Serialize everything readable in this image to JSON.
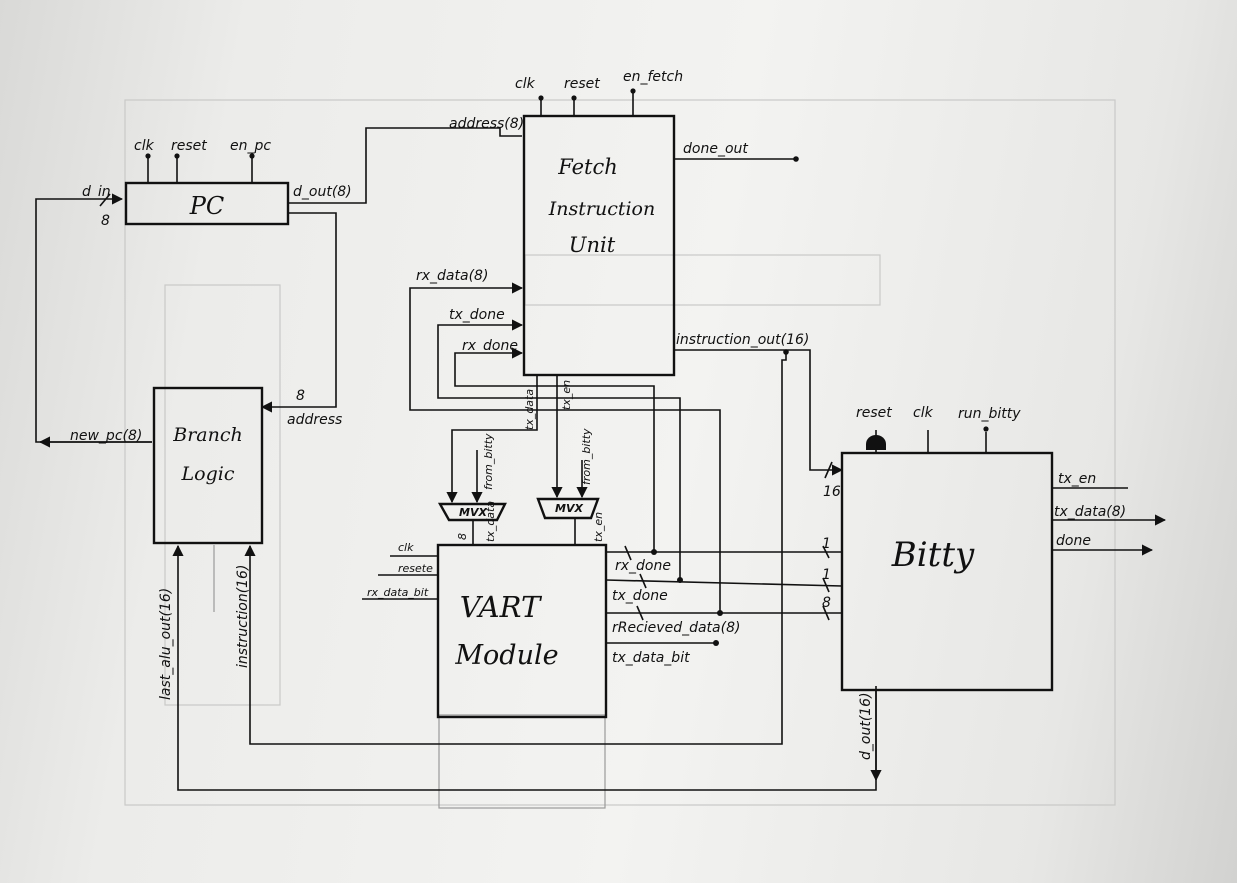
{
  "blocks": {
    "pc": "PC",
    "fetch": [
      "Fetch",
      "Instruction",
      "Unit"
    ],
    "branch": [
      "Branch",
      "Logic"
    ],
    "uart": [
      "VART",
      "Module"
    ],
    "bitty": "Bitty",
    "mux_left": "MVX",
    "mux_right": "MVX"
  },
  "pc_labels": {
    "clk": "clk",
    "reset": "reset",
    "en_pc": "en_pc",
    "d_in": "d_in",
    "d_in_width": "8",
    "d_out": "d_out(8)"
  },
  "fetch_labels": {
    "clk": "clk",
    "reset": "reset",
    "en_fetch": "en_fetch",
    "address": "address(8)",
    "done_out": "done_out",
    "rx_data": "rx_data(8)",
    "tx_done": "tx_done",
    "rx_done": "rx_done",
    "instruction_out": "instruction_out(16)",
    "tx_data_out": "tx_data",
    "tx_en_out": "tx_en"
  },
  "branch_labels": {
    "address": "address",
    "address_width": "8",
    "new_pc": "new_pc(8)",
    "last_alu_out": "last_alu_out(16)",
    "instruction": "instruction(16)"
  },
  "mux_labels": {
    "from_bitty_left": "from_bitty",
    "from_bitty_right": "from_bitty",
    "out_left_width": "8",
    "out_left": "tx_data",
    "out_right": "tx_en"
  },
  "uart_labels": {
    "clk": "clk",
    "reset": "resete",
    "rx_data_bit": "rx_data_bit",
    "rx_done": "rx_done",
    "tx_done": "tx_done",
    "received_data": "rRecieved_data(8)",
    "tx_data_bit": "tx_data_bit"
  },
  "bitty_labels": {
    "reset": "reset",
    "clk": "clk",
    "run_bitty": "run_bitty",
    "tx_en": "tx_en",
    "tx_data": "tx_data(8)",
    "done": "done",
    "d_out": "d_out(16)",
    "instr_width": "16",
    "in_w1": "1",
    "in_w2": "1",
    "in_w3": "8"
  },
  "colors": {
    "ink": "#111111",
    "paper": "#f0f0ee"
  }
}
